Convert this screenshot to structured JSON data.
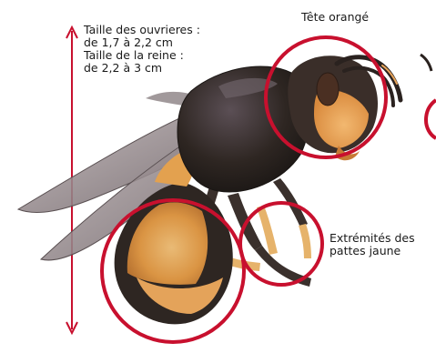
{
  "labels": {
    "size": {
      "workers_title": "Taille des ouvrieres :",
      "workers_value": "de 1,7 à 2,2 cm",
      "queen_title": "Taille de la reine :",
      "queen_value": "de 2,2 à 3 cm"
    },
    "head": "Tête orangé",
    "legs": {
      "line1": "Extrémités des",
      "line2": "pattes jaune"
    }
  },
  "colors": {
    "highlight_circle": "#c8102e",
    "size_arrow": "#c8102e",
    "thorax": "#2e2622",
    "abdomen_band": "#e8a64a",
    "head_face": "#e9a35a",
    "wing": "#9c8f92",
    "leg_tip": "#e6b36b"
  }
}
